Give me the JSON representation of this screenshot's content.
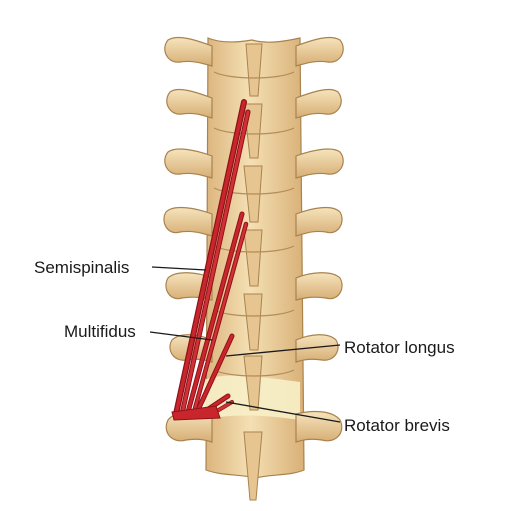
{
  "labels": {
    "semispinalis": "Semispinalis",
    "multifidus": "Multifidus",
    "rotator_longus": "Rotator longus",
    "rotator_brevis": "Rotator brevis"
  },
  "colors": {
    "bone": "#f2dcae",
    "bone_shade": "#dcb57e",
    "bone_outline": "#a8834f",
    "muscle": "#c8262c",
    "muscle_dark": "#8e1217",
    "leader_line": "#1a1a1a",
    "disc_highlight": "#f7f0c8"
  }
}
